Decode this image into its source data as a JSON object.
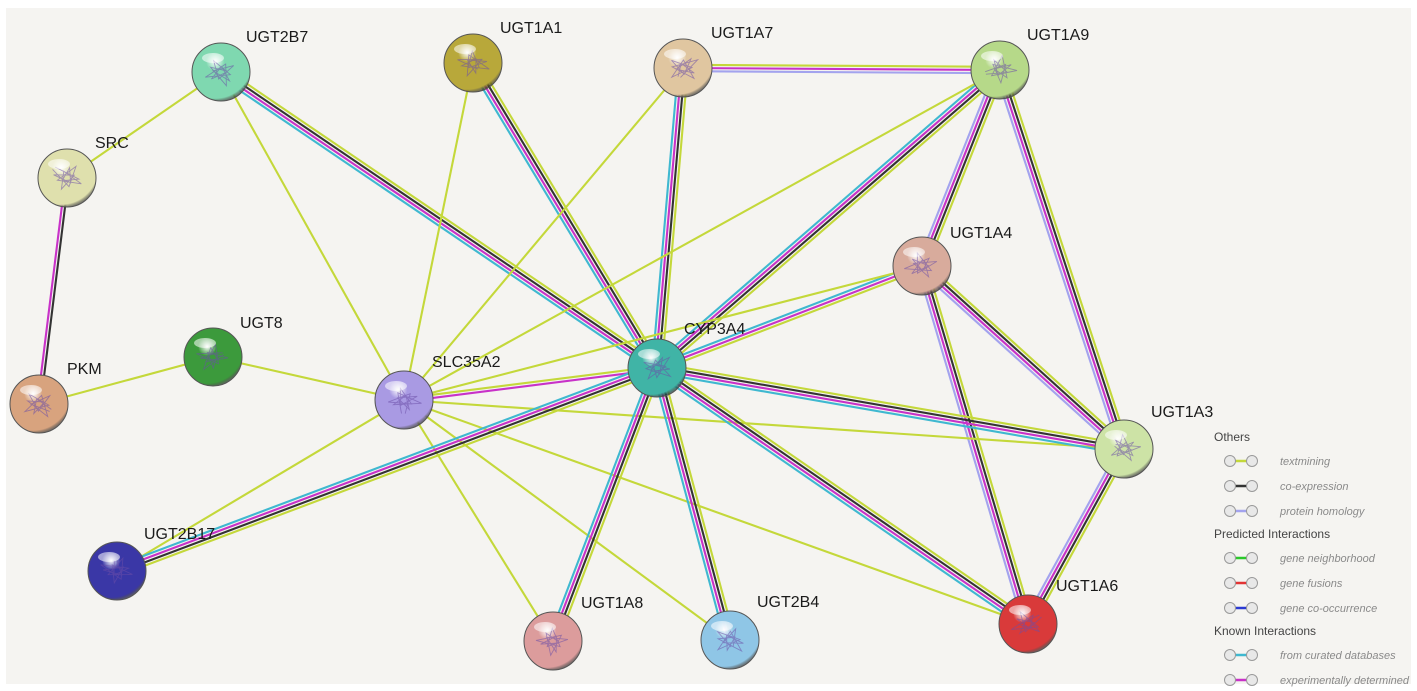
{
  "network": {
    "nodes": [
      {
        "id": "UGT2B7",
        "label": "UGT2B7",
        "color": "#7fd8b0"
      },
      {
        "id": "UGT1A1",
        "label": "UGT1A1",
        "color": "#b8a83a"
      },
      {
        "id": "UGT1A7",
        "label": "UGT1A7",
        "color": "#e0c6a0"
      },
      {
        "id": "UGT1A9",
        "label": "UGT1A9",
        "color": "#b6d989"
      },
      {
        "id": "SRC",
        "label": "SRC",
        "color": "#dfe0ad"
      },
      {
        "id": "UGT1A4",
        "label": "UGT1A4",
        "color": "#d8ab9c"
      },
      {
        "id": "UGT8",
        "label": "UGT8",
        "color": "#3c9a3c"
      },
      {
        "id": "PKM",
        "label": "PKM",
        "color": "#d8a37e"
      },
      {
        "id": "SLC35A2",
        "label": "SLC35A2",
        "color": "#a99ae3"
      },
      {
        "id": "CYP3A4",
        "label": "CYP3A4",
        "color": "#40b4a6"
      },
      {
        "id": "UGT1A3",
        "label": "UGT1A3",
        "color": "#cde3a6"
      },
      {
        "id": "UGT2B17",
        "label": "UGT2B17",
        "color": "#3a37a6"
      },
      {
        "id": "UGT1A6",
        "label": "UGT1A6",
        "color": "#d93a3a"
      },
      {
        "id": "UGT1A8",
        "label": "UGT1A8",
        "color": "#dc9c9c"
      },
      {
        "id": "UGT2B4",
        "label": "UGT2B4",
        "color": "#8fc6e6"
      }
    ],
    "edges": [
      {
        "source": "UGT2B7",
        "target": "SRC",
        "types": [
          "textmining"
        ]
      },
      {
        "source": "SRC",
        "target": "PKM",
        "types": [
          "coexpression",
          "experimental"
        ]
      },
      {
        "source": "PKM",
        "target": "UGT8",
        "types": [
          "textmining"
        ]
      },
      {
        "source": "UGT8",
        "target": "SLC35A2",
        "types": [
          "textmining"
        ]
      },
      {
        "source": "UGT2B7",
        "target": "SLC35A2",
        "types": [
          "textmining"
        ]
      },
      {
        "source": "UGT2B7",
        "target": "CYP3A4",
        "types": [
          "textmining",
          "coexpression",
          "experimental",
          "curated"
        ]
      },
      {
        "source": "UGT1A1",
        "target": "CYP3A4",
        "types": [
          "textmining",
          "coexpression",
          "experimental",
          "curated"
        ]
      },
      {
        "source": "UGT1A1",
        "target": "SLC35A2",
        "types": [
          "textmining"
        ]
      },
      {
        "source": "UGT1A7",
        "target": "CYP3A4",
        "types": [
          "textmining",
          "coexpression",
          "experimental",
          "curated"
        ]
      },
      {
        "source": "UGT1A7",
        "target": "SLC35A2",
        "types": [
          "textmining"
        ]
      },
      {
        "source": "UGT1A7",
        "target": "UGT1A9",
        "types": [
          "textmining",
          "experimental",
          "homology"
        ]
      },
      {
        "source": "UGT1A9",
        "target": "CYP3A4",
        "types": [
          "textmining",
          "coexpression",
          "experimental",
          "curated"
        ]
      },
      {
        "source": "UGT1A9",
        "target": "SLC35A2",
        "types": [
          "textmining"
        ]
      },
      {
        "source": "UGT1A9",
        "target": "UGT1A4",
        "types": [
          "textmining",
          "coexpression",
          "experimental",
          "homology"
        ]
      },
      {
        "source": "UGT1A9",
        "target": "UGT1A3",
        "types": [
          "textmining",
          "coexpression",
          "experimental",
          "homology"
        ]
      },
      {
        "source": "UGT1A4",
        "target": "CYP3A4",
        "types": [
          "textmining",
          "experimental",
          "curated"
        ]
      },
      {
        "source": "UGT1A4",
        "target": "SLC35A2",
        "types": [
          "textmining"
        ]
      },
      {
        "source": "UGT1A4",
        "target": "UGT1A3",
        "types": [
          "textmining",
          "coexpression",
          "experimental",
          "homology"
        ]
      },
      {
        "source": "UGT1A4",
        "target": "UGT1A6",
        "types": [
          "textmining",
          "coexpression",
          "experimental",
          "homology"
        ]
      },
      {
        "source": "UGT1A3",
        "target": "UGT1A6",
        "types": [
          "textmining",
          "coexpression",
          "experimental",
          "homology"
        ]
      },
      {
        "source": "SLC35A2",
        "target": "CYP3A4",
        "types": [
          "textmining",
          "experimental"
        ]
      },
      {
        "source": "SLC35A2",
        "target": "UGT2B17",
        "types": [
          "textmining"
        ]
      },
      {
        "source": "SLC35A2",
        "target": "UGT1A8",
        "types": [
          "textmining"
        ]
      },
      {
        "source": "SLC35A2",
        "target": "UGT2B4",
        "types": [
          "textmining"
        ]
      },
      {
        "source": "SLC35A2",
        "target": "UGT1A6",
        "types": [
          "textmining"
        ]
      },
      {
        "source": "SLC35A2",
        "target": "UGT1A3",
        "types": [
          "textmining"
        ]
      },
      {
        "source": "CYP3A4",
        "target": "UGT1A3",
        "types": [
          "textmining",
          "coexpression",
          "experimental",
          "curated"
        ]
      },
      {
        "source": "CYP3A4",
        "target": "UGT1A6",
        "types": [
          "textmining",
          "coexpression",
          "experimental",
          "curated"
        ]
      },
      {
        "source": "CYP3A4",
        "target": "UGT2B17",
        "types": [
          "textmining",
          "coexpression",
          "experimental",
          "curated"
        ]
      },
      {
        "source": "CYP3A4",
        "target": "UGT1A8",
        "types": [
          "textmining",
          "coexpression",
          "experimental",
          "curated"
        ]
      },
      {
        "source": "CYP3A4",
        "target": "UGT2B4",
        "types": [
          "textmining",
          "coexpression",
          "experimental",
          "curated"
        ]
      }
    ]
  },
  "edge_colors": {
    "textmining": "#c4d83a",
    "coexpression": "#333333",
    "homology": "#a3a3ee",
    "neighborhood": "#2bc82b",
    "fusions": "#e23434",
    "cooccurrence": "#2b3ad2",
    "curated": "#3fb8d0",
    "experimental": "#c832c8"
  },
  "legend": {
    "groups": [
      {
        "title": "Others",
        "items": [
          {
            "key": "textmining",
            "label": "textmining"
          },
          {
            "key": "coexpression",
            "label": "co-expression"
          },
          {
            "key": "homology",
            "label": "protein homology"
          }
        ]
      },
      {
        "title": "Predicted Interactions",
        "items": [
          {
            "key": "neighborhood",
            "label": "gene neighborhood"
          },
          {
            "key": "fusions",
            "label": "gene fusions"
          },
          {
            "key": "cooccurrence",
            "label": "gene co-occurrence"
          }
        ]
      },
      {
        "title": "Known Interactions",
        "items": [
          {
            "key": "curated",
            "label": "from curated databases"
          },
          {
            "key": "experimental",
            "label": "experimentally determined"
          }
        ]
      }
    ]
  }
}
